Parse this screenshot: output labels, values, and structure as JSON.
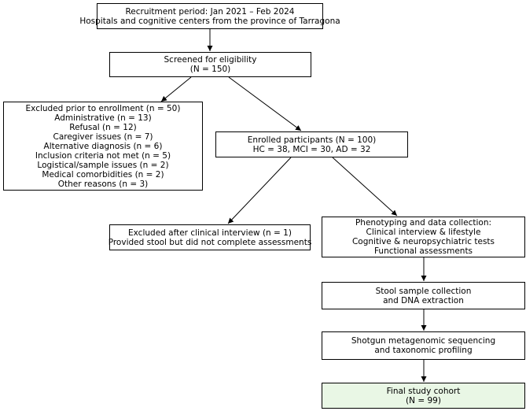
{
  "nodes": {
    "recruitment": {
      "lines": [
        "Recruitment period: Jan 2021 – Feb 2024",
        "Hospitals and cognitive centers from the province of Tarragona"
      ]
    },
    "screened": {
      "lines": [
        "Screened for eligibility",
        "(N = 150)"
      ]
    },
    "excluded_prior": {
      "lines": [
        "Excluded prior to enrollment (n = 50)",
        "Administrative (n = 13)",
        "Refusal (n = 12)",
        "Caregiver issues (n = 7)",
        "Alternative diagnosis (n = 6)",
        "Inclusion criteria not met (n = 5)",
        "Logistical/sample issues (n = 2)",
        "Medical comorbidities (n = 2)",
        "Other reasons (n = 3)"
      ]
    },
    "enrolled": {
      "lines": [
        "Enrolled participants (N = 100)",
        "HC = 38, MCI = 30, AD = 32"
      ]
    },
    "excluded_after": {
      "lines": [
        "Excluded after clinical interview (n = 1)",
        "Provided stool but did not complete assessments"
      ]
    },
    "phenotyping": {
      "lines": [
        "Phenotyping and data collection:",
        "Clinical interview & lifestyle",
        "Cognitive & neuropsychiatric tests",
        "Functional assessments"
      ]
    },
    "stool": {
      "lines": [
        "Stool sample collection",
        "and DNA extraction"
      ]
    },
    "sequencing": {
      "lines": [
        "Shotgun metagenomic sequencing",
        "and taxonomic profiling"
      ]
    },
    "final": {
      "lines": [
        "Final study cohort",
        "(N = 99)"
      ]
    }
  },
  "colors": {
    "final_fill": "#e9f7e5",
    "border": "#000000"
  }
}
